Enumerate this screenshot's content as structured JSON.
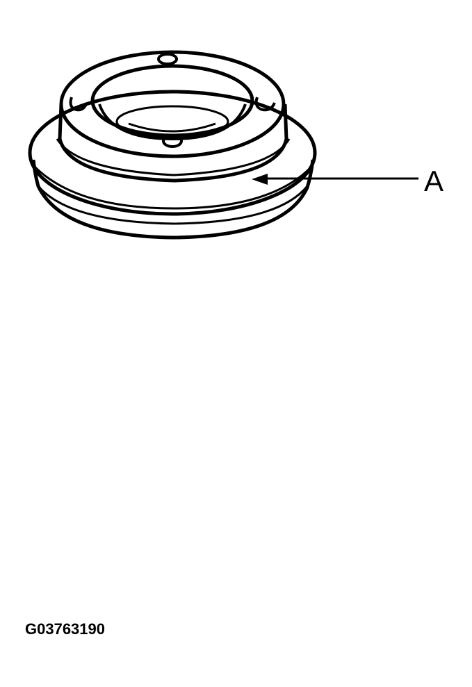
{
  "diagram": {
    "callouts": [
      {
        "label": "A",
        "target": "seal-groove"
      }
    ],
    "figure_id": "G03763190",
    "colors": {
      "line": "#000000",
      "background": "#ffffff"
    }
  }
}
